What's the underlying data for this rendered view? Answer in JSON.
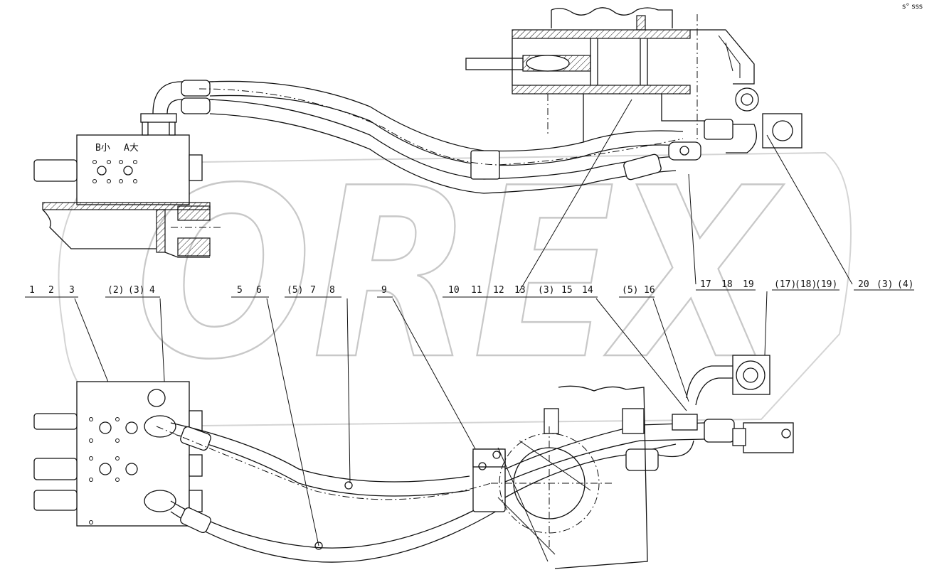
{
  "watermark": "OREX",
  "corner_mark": "s° sss",
  "valve_labels": {
    "port_b": "B小",
    "port_a": "A大"
  },
  "callouts": [
    {
      "id": "c1",
      "text": "1"
    },
    {
      "id": "c2",
      "text": "2"
    },
    {
      "id": "c3",
      "text": "3"
    },
    {
      "id": "c4",
      "text": "(2)"
    },
    {
      "id": "c5",
      "text": "(3)"
    },
    {
      "id": "c6",
      "text": "4"
    },
    {
      "id": "c7",
      "text": "5"
    },
    {
      "id": "c8",
      "text": "6"
    },
    {
      "id": "c9",
      "text": "(5)"
    },
    {
      "id": "c10",
      "text": "7"
    },
    {
      "id": "c11",
      "text": "8"
    },
    {
      "id": "c12",
      "text": "9"
    },
    {
      "id": "c13",
      "text": "10"
    },
    {
      "id": "c14",
      "text": "11"
    },
    {
      "id": "c15",
      "text": "12"
    },
    {
      "id": "c16",
      "text": "13"
    },
    {
      "id": "c17",
      "text": "(3)"
    },
    {
      "id": "c18",
      "text": "15"
    },
    {
      "id": "c19",
      "text": "14"
    },
    {
      "id": "c20",
      "text": "(5)"
    },
    {
      "id": "c21",
      "text": "16"
    },
    {
      "id": "c22",
      "text": "17"
    },
    {
      "id": "c23",
      "text": "18"
    },
    {
      "id": "c24",
      "text": "19"
    },
    {
      "id": "c25",
      "text": "(17)"
    },
    {
      "id": "c26",
      "text": "(18)"
    },
    {
      "id": "c27",
      "text": "(19)"
    },
    {
      "id": "c28",
      "text": "20"
    },
    {
      "id": "c29",
      "text": "(3)"
    },
    {
      "id": "c30",
      "text": "(4)"
    }
  ]
}
